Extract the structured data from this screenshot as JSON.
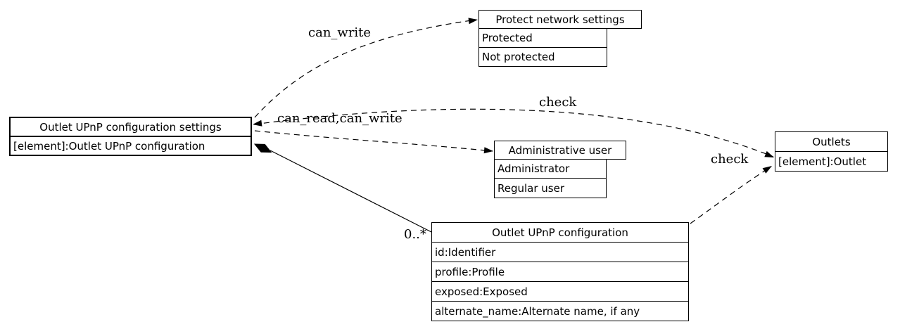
{
  "diagram": {
    "background": "#ffffff",
    "line_color": "#000000",
    "text_color": "#000000",
    "nodes": {
      "settings": {
        "title": "Outlet UPnP configuration settings",
        "rows": [
          "[element]:Outlet UPnP configuration"
        ]
      },
      "protect": {
        "title": "Protect network settings",
        "rows": [
          "Protected",
          "Not protected"
        ]
      },
      "admin_user": {
        "title": "Administrative user",
        "rows": [
          "Administrator",
          "Regular user"
        ]
      },
      "upnp_config": {
        "title": "Outlet UPnP configuration",
        "rows": [
          "id:Identifier",
          "profile:Profile",
          "exposed:Exposed",
          "alternate_name:Alternate name, if any"
        ]
      },
      "outlets": {
        "title": "Outlets",
        "rows": [
          "[element]:Outlet"
        ]
      }
    },
    "edges": {
      "can_write": {
        "label": "can_write",
        "style": "dashed"
      },
      "can_read_can_write": {
        "label": "can_read,can_write",
        "style": "dashed"
      },
      "check_settings_outlets": {
        "label": "check",
        "style": "dashed"
      },
      "check_config_outlets": {
        "label": "check",
        "style": "dashed"
      },
      "composition": {
        "multiplicity": "0..*",
        "style": "solid"
      }
    }
  }
}
